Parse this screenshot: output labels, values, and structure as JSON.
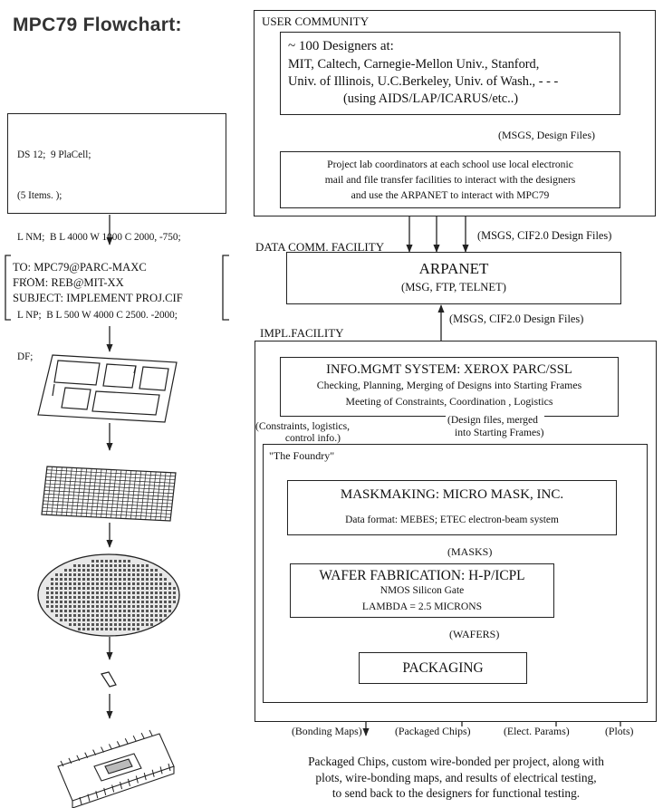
{
  "title": "MPC79 Flowchart:",
  "left": {
    "cif_lines": [
      "DS 12;  9 PlaCell;",
      "(5 Items. );",
      "L NM;  B L 4000 W 1000 C 2000, -750;",
      ". . .",
      "L NP;  B L 500 W 4000 C 2500. -2000;",
      "DF;"
    ],
    "email_lines": [
      "TO: MPC79@PARC-MAXC",
      "FROM: REB@MIT-XX",
      "SUBJECT: IMPLEMENT PROJ.CIF"
    ]
  },
  "user_community": {
    "heading": "USER COMMUNITY",
    "designers_lines": [
      "~ 100   Designers at:",
      "MIT, Caltech, Carnegie-Mellon Univ., Stanford,",
      "Univ. of Illinois, U.C.Berkeley, Univ. of Wash., - - -",
      "(using AIDS/LAP/ICARUS/etc..)"
    ],
    "msgs_label": "(MSGS, Design Files)",
    "coordinators_lines": [
      "Project lab coordinators at each school use local electronic",
      "mail and file transfer facilities to interact with the designers",
      "and use the ARPANET to interact with MPC79"
    ]
  },
  "data_comm": {
    "heading": "DATA COMM. FACILITY",
    "msgs_label": "(MSGS, CIF2.0 Design Files)",
    "arpanet_title": "ARPANET",
    "arpanet_sub": "(MSG, FTP, TELNET)"
  },
  "impl": {
    "heading": "IMPL.FACILITY",
    "msgs_label": "(MSGS, CIF2.0 Design Files)",
    "info_title": "INFO.MGMT SYSTEM: XEROX PARC/SSL",
    "info_line1": "Checking, Planning, Merging of Designs into Starting Frames",
    "info_line2": "Meeting of Constraints, Coordination , Logistics",
    "constraints_lines": [
      "(Constraints,  logistics,",
      "control info.)"
    ],
    "design_files_lines": [
      "(Design files, merged",
      "into Starting Frames)"
    ],
    "foundry_label": "\"The Foundry\"",
    "mask_title": "MASKMAKING: MICRO MASK, INC.",
    "mask_sub": "Data format: MEBES; ETEC electron-beam system",
    "masks_label": "(MASKS)",
    "wafer_title": "WAFER FABRICATION: H-P/ICPL",
    "wafer_sub1": "NMOS Silicon Gate",
    "wafer_sub2": "LAMBDA = 2.5 MICRONS",
    "wafers_label": "(WAFERS)",
    "pack_title": "PACKAGING"
  },
  "outputs": {
    "bonding": "(Bonding Maps)",
    "packaged": "(Packaged Chips)",
    "elect": "(Elect. Params)",
    "plots": "(Plots)"
  },
  "footer_lines": [
    "Packaged Chips, custom wire-bonded per project, along with",
    "plots, wire-bonding maps, and results of electrical testing,",
    "to send back to the designers for functional testing."
  ]
}
